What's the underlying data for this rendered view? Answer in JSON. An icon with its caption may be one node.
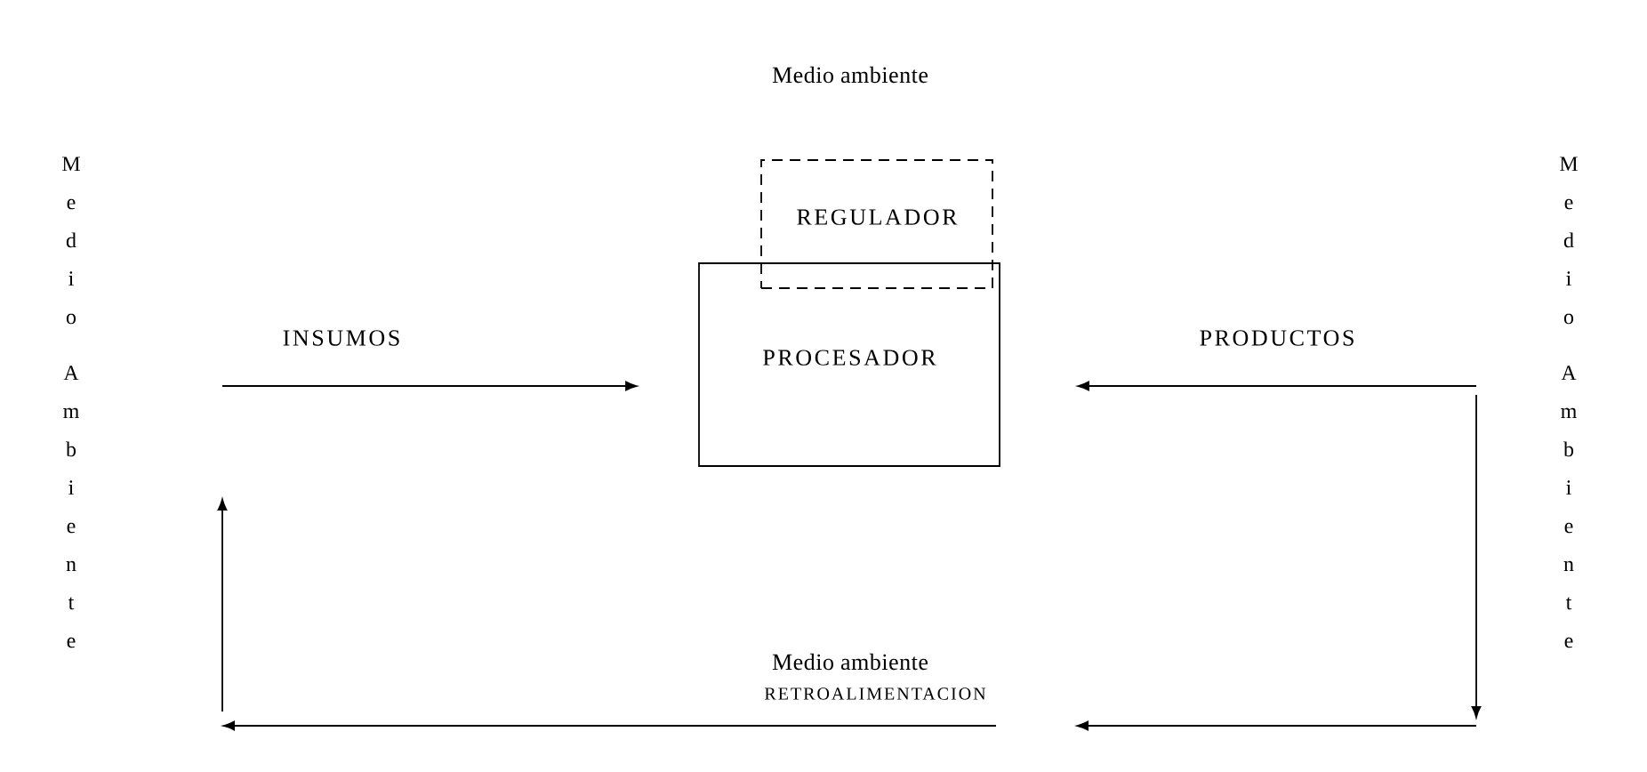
{
  "diagram": {
    "nodes": [
      {
        "text": [
          "REGULADOR"
        ]
      },
      {
        "text": [
          "PROCESADOR"
        ]
      }
    ],
    "edges": [
      {
        "from": null,
        "to": 1,
        "arrow": "to",
        "label": "INSUMOS"
      },
      {
        "from": null,
        "to": 1,
        "arrow": "to",
        "label": "PRODUCTOS"
      }
    ],
    "labels": [
      "Medio ambiente",
      "Medio Ambiente",
      "Medio Ambiente",
      "RETROALIMENTACION",
      "Medio ambiente"
    ]
  }
}
